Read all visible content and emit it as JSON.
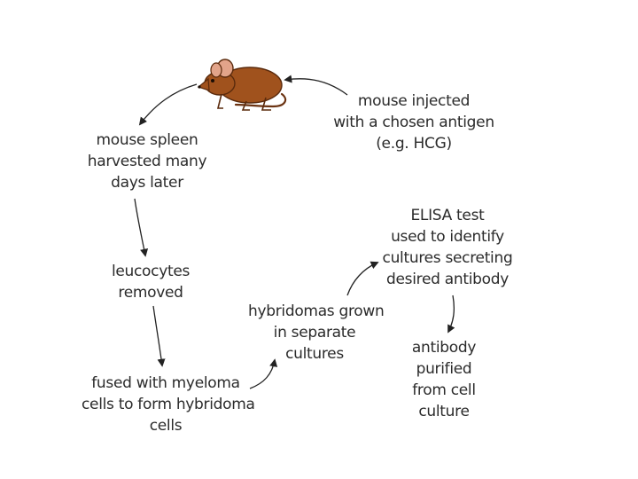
{
  "steps": {
    "injected": [
      "mouse injected",
      "with a chosen antigen",
      "(e.g. HCG)"
    ],
    "spleen": [
      "mouse spleen",
      "harvested many",
      "days later"
    ],
    "leucocytes": [
      "leucocytes",
      "removed"
    ],
    "fused": [
      "fused with myeloma",
      "cells to form hybridoma",
      "cells"
    ],
    "hybridomas": [
      "hybridomas grown",
      "in separate",
      "cultures"
    ],
    "elisa": [
      "ELISA test",
      "used to identify",
      "cultures secreting",
      "desired antibody"
    ],
    "antibody": [
      "antibody",
      "purified",
      "from cell",
      "culture"
    ]
  },
  "icons": {
    "mouse": "mouse-icon"
  },
  "colors": {
    "text": "#2b2b2b",
    "arrow": "#222222",
    "mouse_body": "#a0521d",
    "mouse_ear": "#e2a48a"
  }
}
